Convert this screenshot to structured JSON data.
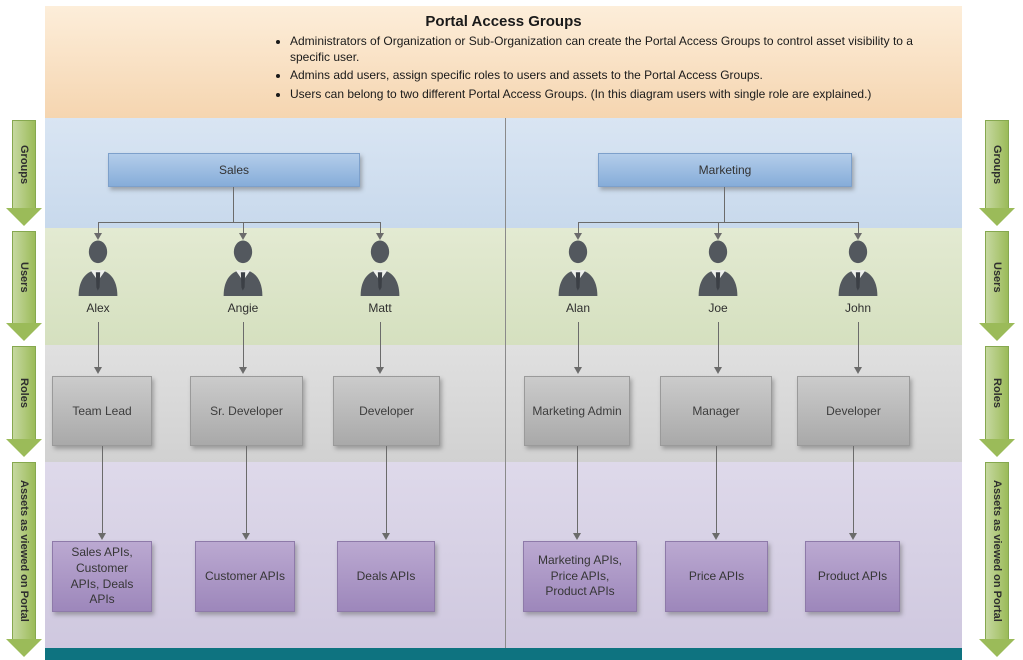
{
  "header": {
    "title": "Portal Access Groups",
    "bullets": [
      "Administrators of Organization or Sub-Organization can create the Portal Access Groups to control asset visibility to a specific user.",
      "Admins add users, assign specific roles to users and assets to the Portal Access Groups.",
      "Users can belong to two different Portal Access Groups. (In this diagram users with single role are explained.)"
    ]
  },
  "side_labels": {
    "groups": "Groups",
    "users": "Users",
    "roles": "Roles",
    "assets": "Assets as viewed on Portal"
  },
  "groups": [
    {
      "name": "Sales",
      "members": [
        {
          "user": "Alex",
          "role": "Team Lead",
          "assets": "Sales APIs, Customer APIs, Deals APIs"
        },
        {
          "user": "Angie",
          "role": "Sr. Developer",
          "assets": "Customer APIs"
        },
        {
          "user": "Matt",
          "role": "Developer",
          "assets": "Deals APIs"
        }
      ]
    },
    {
      "name": "Marketing",
      "members": [
        {
          "user": "Alan",
          "role": "Marketing Admin",
          "assets": "Marketing APIs, Price APIs, Product APIs"
        },
        {
          "user": "Joe",
          "role": "Manager",
          "assets": "Price APIs"
        },
        {
          "user": "John",
          "role": "Developer",
          "assets": "Product APIs"
        }
      ]
    }
  ],
  "colors": {
    "header_band": "#f8ddbd",
    "groups_band": "#cfdeee",
    "users_band": "#dde6c8",
    "roles_band": "#d8d8d8",
    "assets_band": "#d8d2e5",
    "side_arrow": "#9bbb59",
    "group_box": "#8db3dd",
    "role_box": "#b5b5b5",
    "asset_box": "#a892c2",
    "bottom_bar": "#0e7380",
    "connector": "#6b6b6b"
  }
}
